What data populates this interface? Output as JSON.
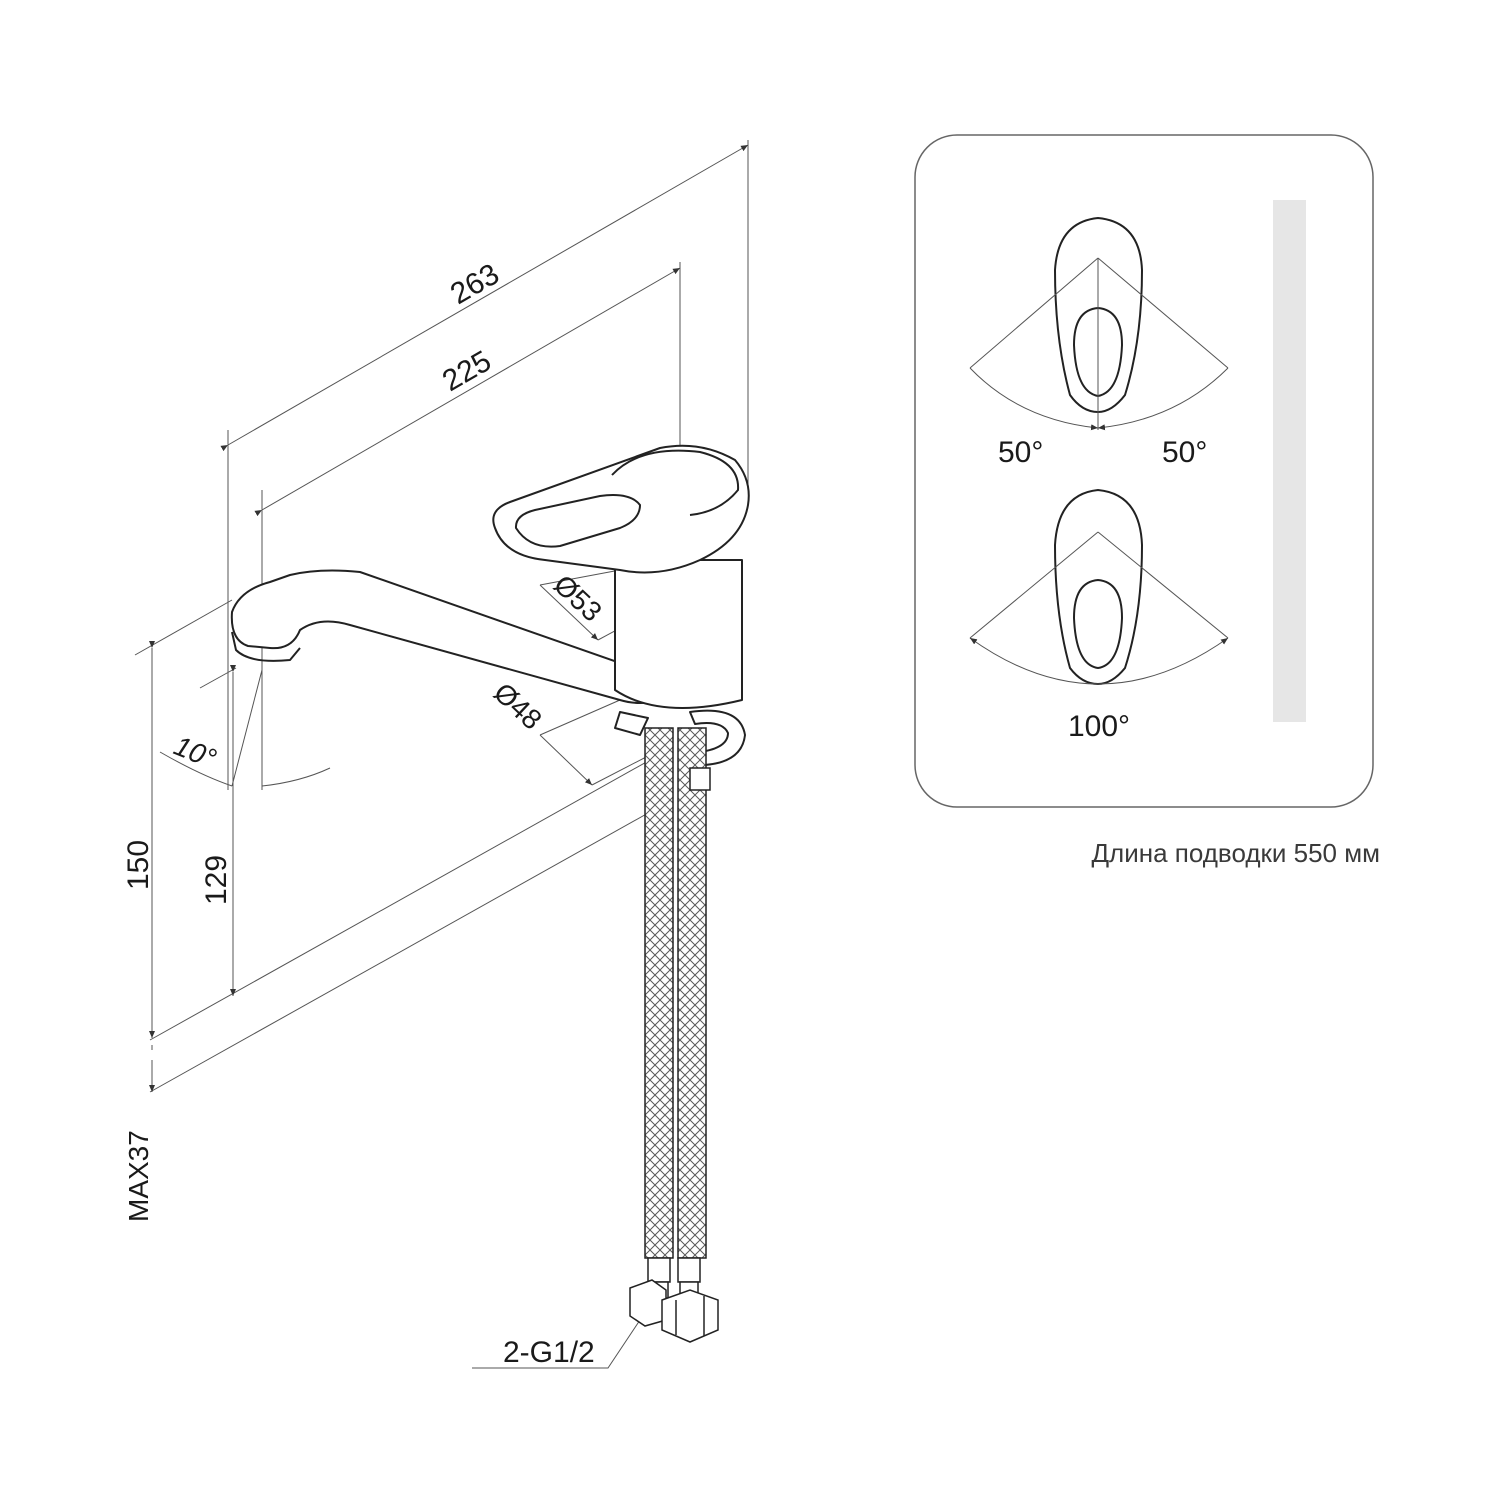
{
  "dimensions": {
    "total_reach": "263",
    "spout_reach": "225",
    "diameter_body": "Ø53",
    "diameter_base": "Ø48",
    "spout_angle": "10°",
    "total_height": "150",
    "spout_height": "129",
    "max_thickness": "MAX37",
    "connection": "2-G1/2"
  },
  "inset": {
    "left_angle": "50°",
    "right_angle": "50°",
    "total_angle": "100°"
  },
  "caption": "Длина подводки 550 мм"
}
